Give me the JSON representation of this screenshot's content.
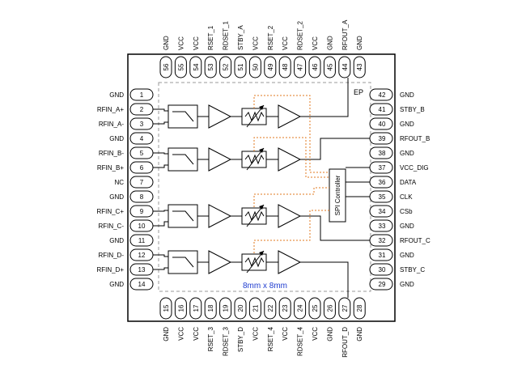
{
  "chip": {
    "ep_label": "EP",
    "size_label": "8mm x 8mm",
    "spi_label": "SPI Controller",
    "colors": {
      "outline": "#000000",
      "ep_dashed": "#9a9a9a",
      "ctrl_lines": "#e07a1f",
      "size_text": "#1f3ccf"
    }
  },
  "pins": {
    "left": [
      {
        "num": "1",
        "name": "GND"
      },
      {
        "num": "2",
        "name": "RFIN_A+"
      },
      {
        "num": "3",
        "name": "RFIN_A-"
      },
      {
        "num": "4",
        "name": "GND"
      },
      {
        "num": "5",
        "name": "RFIN_B-"
      },
      {
        "num": "6",
        "name": "RFIN_B+"
      },
      {
        "num": "7",
        "name": "NC"
      },
      {
        "num": "8",
        "name": "GND"
      },
      {
        "num": "9",
        "name": "RFIN_C+"
      },
      {
        "num": "10",
        "name": "RFIN_C-"
      },
      {
        "num": "11",
        "name": "GND"
      },
      {
        "num": "12",
        "name": "RFIN_D-"
      },
      {
        "num": "13",
        "name": "RFIN_D+"
      },
      {
        "num": "14",
        "name": "GND"
      }
    ],
    "right": [
      {
        "num": "42",
        "name": "GND"
      },
      {
        "num": "41",
        "name": "STBY_B"
      },
      {
        "num": "40",
        "name": "GND"
      },
      {
        "num": "39",
        "name": "RFOUT_B"
      },
      {
        "num": "38",
        "name": "GND"
      },
      {
        "num": "37",
        "name": "VCC_DIG"
      },
      {
        "num": "36",
        "name": "DATA"
      },
      {
        "num": "35",
        "name": "CLK"
      },
      {
        "num": "34",
        "name": "CSb"
      },
      {
        "num": "33",
        "name": "GND"
      },
      {
        "num": "32",
        "name": "RFOUT_C"
      },
      {
        "num": "31",
        "name": "GND"
      },
      {
        "num": "30",
        "name": "STBY_C"
      },
      {
        "num": "29",
        "name": "GND"
      }
    ],
    "top": [
      {
        "num": "56",
        "name": "GND"
      },
      {
        "num": "55",
        "name": "VCC"
      },
      {
        "num": "54",
        "name": "VCC"
      },
      {
        "num": "53",
        "name": "RSET_1"
      },
      {
        "num": "52",
        "name": "RDSET_1"
      },
      {
        "num": "51",
        "name": "STBY_A"
      },
      {
        "num": "50",
        "name": "VCC"
      },
      {
        "num": "49",
        "name": "RSET_2"
      },
      {
        "num": "48",
        "name": "VCC"
      },
      {
        "num": "47",
        "name": "RDSET_2"
      },
      {
        "num": "46",
        "name": "VCC"
      },
      {
        "num": "45",
        "name": "GND"
      },
      {
        "num": "44",
        "name": "RFOUT_A"
      },
      {
        "num": "43",
        "name": "GND"
      }
    ],
    "bottom": [
      {
        "num": "15",
        "name": "GND"
      },
      {
        "num": "16",
        "name": "VCC"
      },
      {
        "num": "17",
        "name": "VCC"
      },
      {
        "num": "18",
        "name": "RSET_3"
      },
      {
        "num": "19",
        "name": "RDSET_3"
      },
      {
        "num": "20",
        "name": "STBY_D"
      },
      {
        "num": "21",
        "name": "VCC"
      },
      {
        "num": "22",
        "name": "RSET_4"
      },
      {
        "num": "23",
        "name": "VCC"
      },
      {
        "num": "24",
        "name": "RDSET_4"
      },
      {
        "num": "25",
        "name": "VCC"
      },
      {
        "num": "26",
        "name": "GND"
      },
      {
        "num": "27",
        "name": "RFOUT_D"
      },
      {
        "num": "28",
        "name": "GND"
      }
    ]
  }
}
